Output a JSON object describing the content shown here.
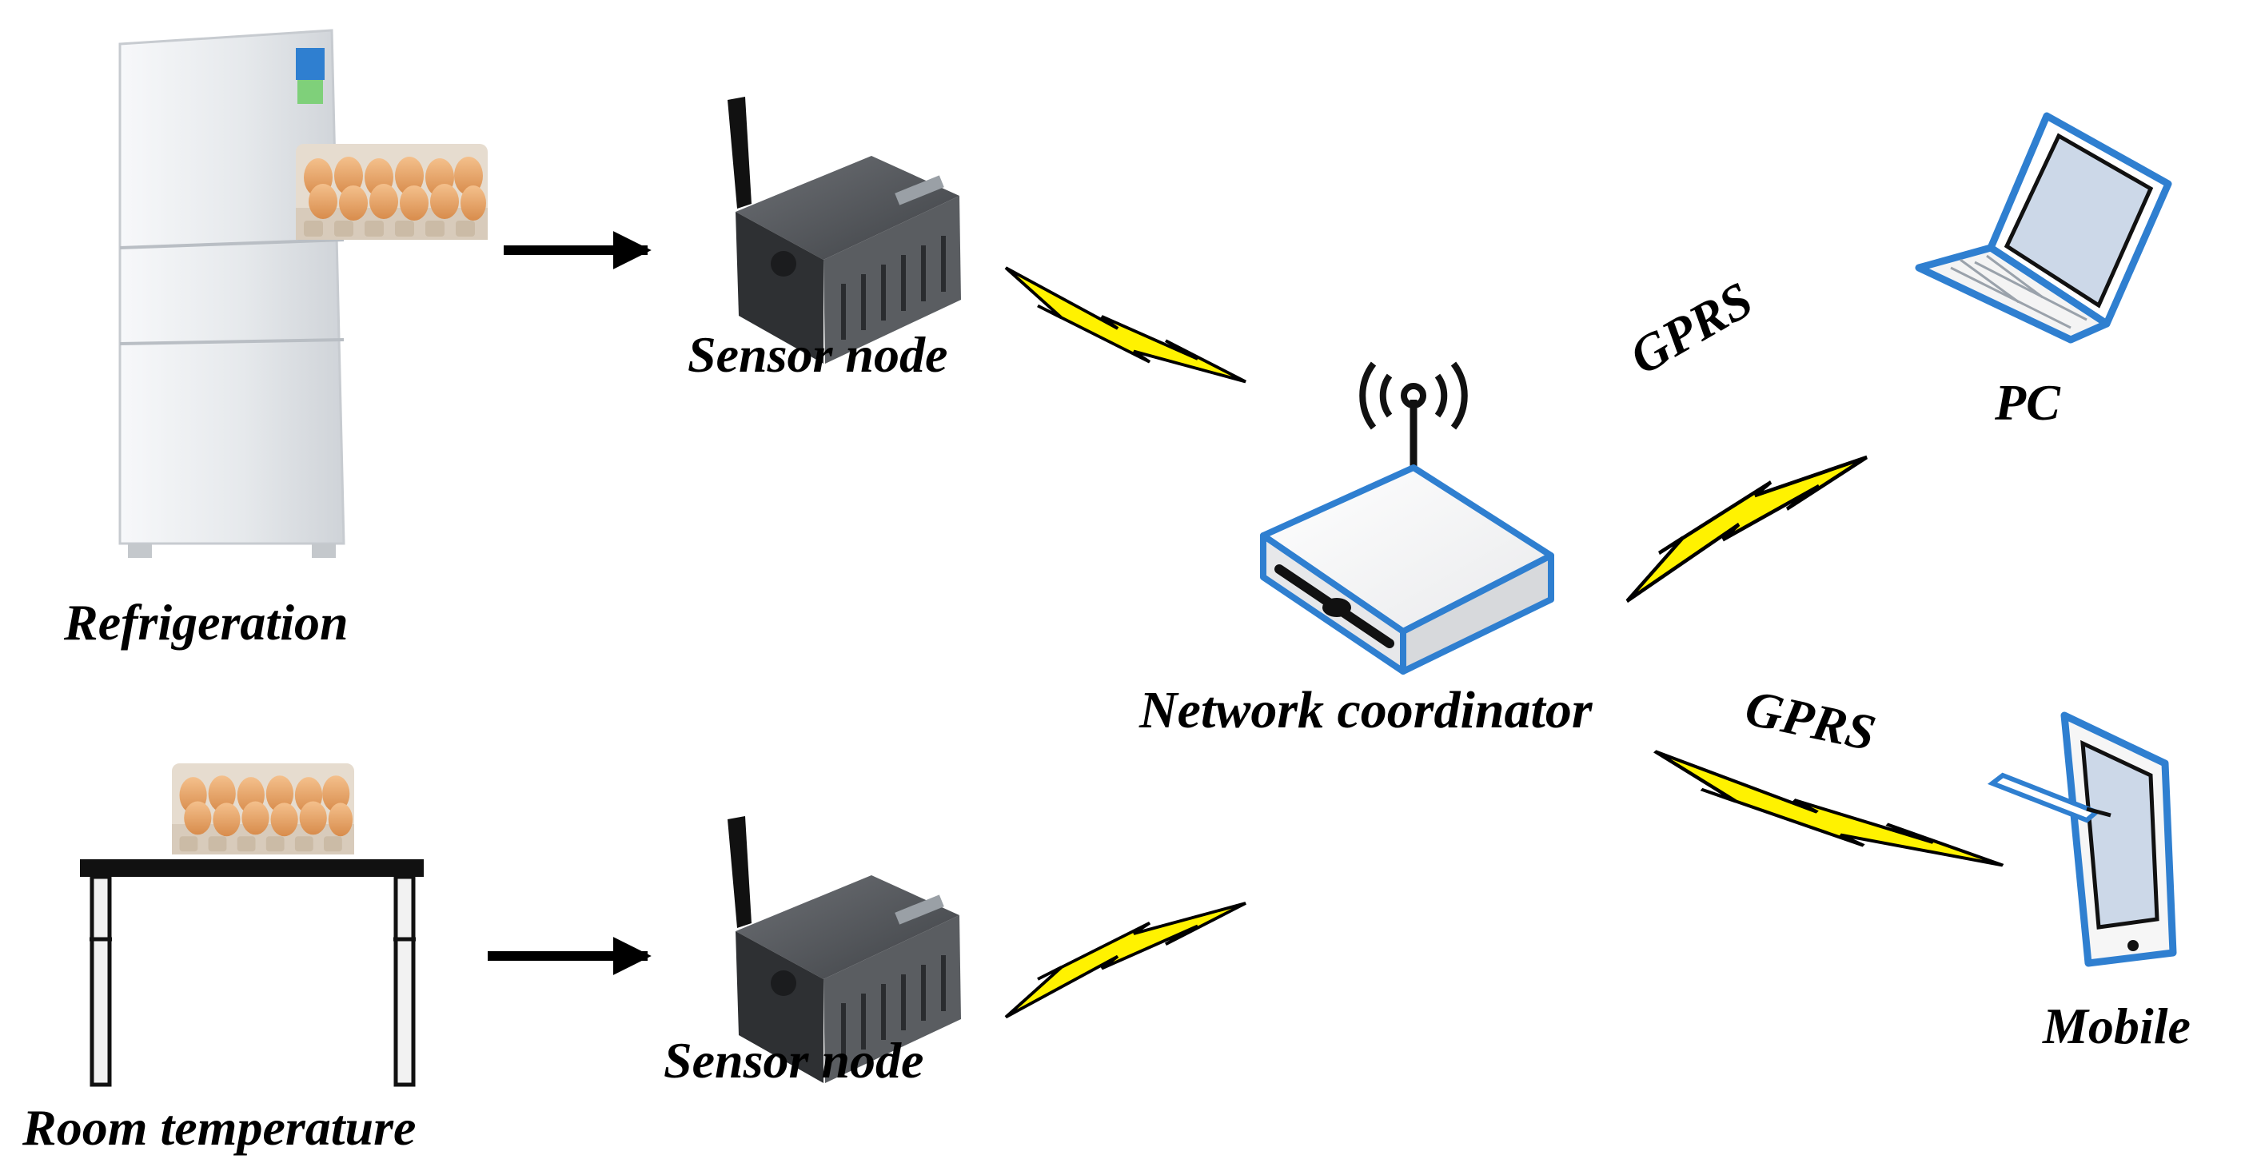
{
  "labels": {
    "refrigeration": "Refrigeration",
    "room_temperature": "Room temperature",
    "sensor_node_top": "Sensor node",
    "sensor_node_bottom": "Sensor node",
    "network_coordinator": "Network coordinator",
    "pc": "PC",
    "mobile": "Mobile",
    "gprs_pc": "GPRS",
    "gprs_mobile": "GPRS"
  },
  "colors": {
    "device_blue": "#2f7fd0",
    "lightning_yellow": "#fff200",
    "arrow": "#000000",
    "fridge_body": "#eef0f2",
    "egg": "#e8a366"
  },
  "icons": {
    "refrigerator": "refrigerator-icon",
    "egg_carton": "egg-carton-icon",
    "table": "table-icon",
    "sensor": "wireless-sensor-icon",
    "router": "router-icon",
    "laptop": "laptop-icon",
    "tablet": "tablet-icon",
    "lightning": "lightning-bolt-icon"
  }
}
